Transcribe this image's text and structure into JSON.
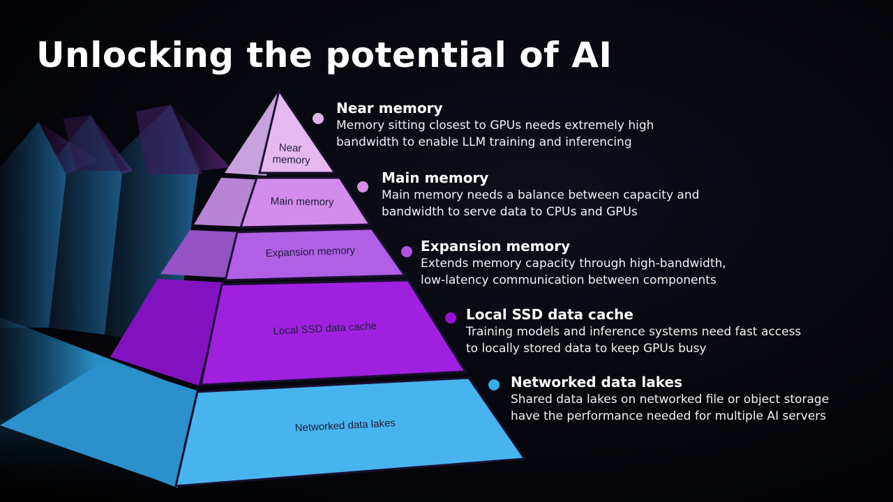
{
  "title": "Unlocking the potential of AI",
  "tiers": [
    {
      "label_lines": [
        "Near",
        "memory"
      ],
      "color": "#e6b8f0"
    },
    {
      "label_lines": [
        "Main memory"
      ],
      "color": "#d18cec"
    },
    {
      "label_lines": [
        "Expansion memory"
      ],
      "color": "#b060e4"
    },
    {
      "label_lines": [
        "Local SSD data cache"
      ],
      "color": "#a020e0"
    },
    {
      "label_lines": [
        "Networked data lakes"
      ],
      "color": "#48b4ee"
    }
  ],
  "items": [
    {
      "heading": "Near memory",
      "description": [
        "Memory sitting closest to GPUs needs extremely high",
        "bandwidth to enable LLM training and inferencing"
      ],
      "dot_color": "#dcb6e4"
    },
    {
      "heading": "Main memory",
      "description": [
        "Main memory needs a balance between capacity and",
        "bandwidth to serve data to CPUs and GPUs"
      ],
      "dot_color": "#d88ee6"
    },
    {
      "heading": "Expansion memory",
      "description": [
        "Extends memory capacity through high-bandwidth,",
        "low-latency communication between components"
      ],
      "dot_color": "#b050e0"
    },
    {
      "heading": "Local SSD data cache",
      "description": [
        "Training models and inference systems need fast access",
        "to locally stored data to keep GPUs busy"
      ],
      "dot_color": "#9a10d8"
    },
    {
      "heading": "Networked data lakes",
      "description": [
        "Shared data lakes on networked file or object storage",
        "have the performance needed for multiple AI servers"
      ],
      "dot_color": "#38aee8"
    }
  ]
}
